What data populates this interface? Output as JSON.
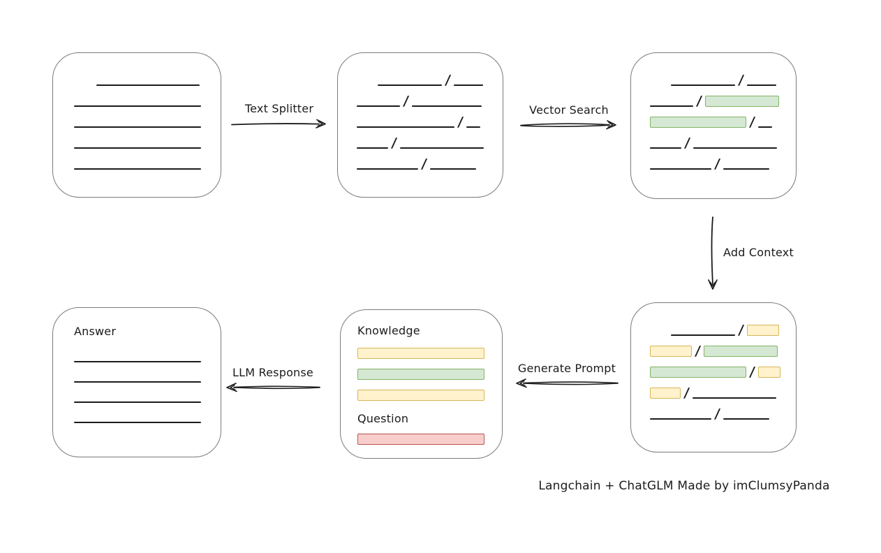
{
  "caption": "Langchain + ChatGLM Made by imClumsyPanda",
  "slash": "/",
  "colors": {
    "box_border": "#7a7a7a",
    "stroke": "#1b1b1b",
    "green_fill": "#d5e8d4",
    "green_border": "#82b366",
    "yellow_fill": "#fff2cc",
    "yellow_border": "#d6b656",
    "red_fill": "#f8cecc",
    "red_border": "#b85450"
  },
  "edges": {
    "text_splitter": {
      "label": "Text Splitter",
      "direction": "right"
    },
    "vector_search": {
      "label": "Vector Search",
      "direction": "right"
    },
    "add_context": {
      "label": "Add Context",
      "direction": "down"
    },
    "generate_prompt": {
      "label": "Generate Prompt",
      "direction": "left"
    },
    "llm_response": {
      "label": "LLM Response",
      "direction": "left"
    }
  },
  "nodes": {
    "document": {
      "rows": [
        {
          "indent": 32,
          "segments": [
            {
              "kind": "line",
              "w": 148
            }
          ]
        },
        {
          "indent": 0,
          "segments": [
            {
              "kind": "line",
              "w": 182
            }
          ]
        },
        {
          "indent": 0,
          "segments": [
            {
              "kind": "line",
              "w": 182
            }
          ]
        },
        {
          "indent": 0,
          "segments": [
            {
              "kind": "line",
              "w": 182
            }
          ]
        },
        {
          "indent": 0,
          "segments": [
            {
              "kind": "line",
              "w": 182
            }
          ]
        }
      ]
    },
    "chunks": {
      "rows": [
        {
          "indent": 30,
          "segments": [
            {
              "kind": "line",
              "w": 92
            },
            {
              "kind": "line",
              "w": 42
            }
          ]
        },
        {
          "indent": 0,
          "segments": [
            {
              "kind": "line",
              "w": 62
            },
            {
              "kind": "line",
              "w": 100
            }
          ]
        },
        {
          "indent": 0,
          "segments": [
            {
              "kind": "line",
              "w": 140
            },
            {
              "kind": "line",
              "w": 20
            }
          ]
        },
        {
          "indent": 0,
          "segments": [
            {
              "kind": "line",
              "w": 45
            },
            {
              "kind": "line",
              "w": 120
            }
          ]
        },
        {
          "indent": 0,
          "segments": [
            {
              "kind": "line",
              "w": 88
            },
            {
              "kind": "line",
              "w": 66
            }
          ]
        }
      ]
    },
    "search": {
      "rows": [
        {
          "indent": 30,
          "segments": [
            {
              "kind": "line",
              "w": 92
            },
            {
              "kind": "line",
              "w": 42
            }
          ]
        },
        {
          "indent": 0,
          "segments": [
            {
              "kind": "line",
              "w": 62
            },
            {
              "kind": "green",
              "w": 104
            }
          ]
        },
        {
          "indent": 0,
          "segments": [
            {
              "kind": "green",
              "w": 136
            },
            {
              "kind": "line",
              "w": 20
            }
          ]
        },
        {
          "indent": 0,
          "segments": [
            {
              "kind": "line",
              "w": 45
            },
            {
              "kind": "line",
              "w": 120
            }
          ]
        },
        {
          "indent": 0,
          "segments": [
            {
              "kind": "line",
              "w": 88
            },
            {
              "kind": "line",
              "w": 66
            }
          ]
        }
      ]
    },
    "context": {
      "rows": [
        {
          "indent": 30,
          "segments": [
            {
              "kind": "line",
              "w": 92
            },
            {
              "kind": "yellow",
              "w": 44
            }
          ]
        },
        {
          "indent": 0,
          "segments": [
            {
              "kind": "yellow",
              "w": 58
            },
            {
              "kind": "green",
              "w": 104
            }
          ]
        },
        {
          "indent": 0,
          "segments": [
            {
              "kind": "green",
              "w": 136
            },
            {
              "kind": "yellow",
              "w": 30
            }
          ]
        },
        {
          "indent": 0,
          "segments": [
            {
              "kind": "yellow",
              "w": 42
            },
            {
              "kind": "line",
              "w": 120
            }
          ]
        },
        {
          "indent": 0,
          "segments": [
            {
              "kind": "line",
              "w": 88
            },
            {
              "kind": "line",
              "w": 66
            }
          ]
        }
      ]
    },
    "prompt": {
      "knowledge_label": "Knowledge",
      "question_label": "Question",
      "knowledge_bars": [
        "yellow",
        "green",
        "yellow"
      ],
      "question_bars": [
        "red"
      ]
    },
    "answer": {
      "label": "Answer",
      "rows": [
        {
          "indent": 0,
          "segments": [
            {
              "kind": "line",
              "w": 182
            }
          ]
        },
        {
          "indent": 0,
          "segments": [
            {
              "kind": "line",
              "w": 182
            }
          ]
        },
        {
          "indent": 0,
          "segments": [
            {
              "kind": "line",
              "w": 182
            }
          ]
        },
        {
          "indent": 0,
          "segments": [
            {
              "kind": "line",
              "w": 182
            }
          ]
        }
      ]
    }
  }
}
